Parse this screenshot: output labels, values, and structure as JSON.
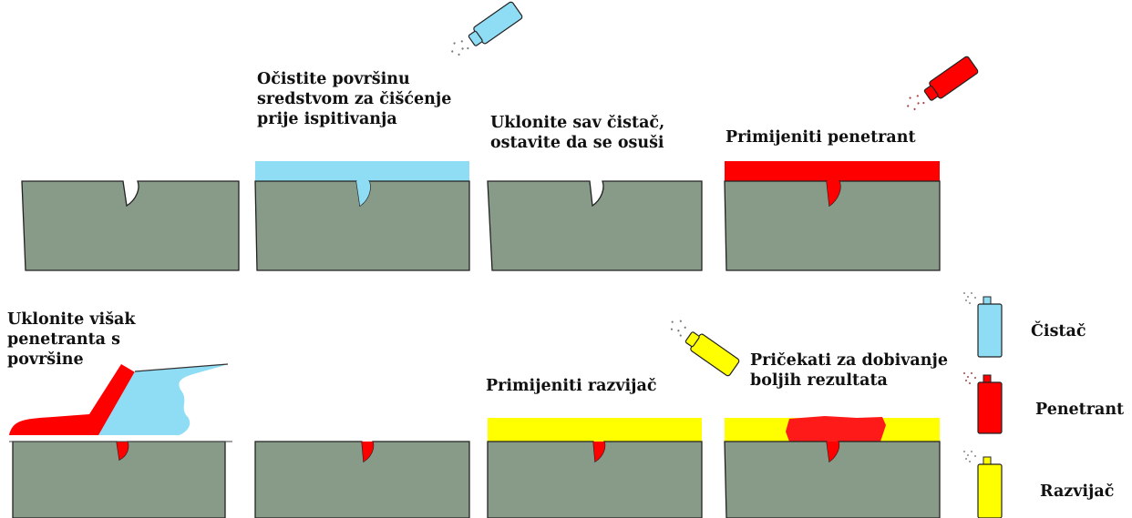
{
  "colors": {
    "specimen": "#889b88",
    "cleaner": "#8fdcf5",
    "penetrant": "#ff0000",
    "developer": "#ffff00",
    "outline": "#222222"
  },
  "steps": [
    {
      "text": ""
    },
    {
      "text": "Očistite površinu\nsredstvom za čišćenje\nprije ispitivanja"
    },
    {
      "text": "Uklonite sav čistač,\nostavite da se osuši"
    },
    {
      "text": "Primijeniti penetrant"
    },
    {
      "text": "Uklonite višak\npenetranta s\npovršine"
    },
    {
      "text": ""
    },
    {
      "text": "Primijeniti razvijač"
    },
    {
      "text": "Pričekati za dobivanje\nboljih rezultata"
    }
  ],
  "legend": [
    {
      "label": "Čistač",
      "icon": "cleaner-spray-can-icon"
    },
    {
      "label": "Penetrant",
      "icon": "penetrant-spray-can-icon"
    },
    {
      "label": "Razvijač",
      "icon": "developer-spray-can-icon"
    }
  ]
}
